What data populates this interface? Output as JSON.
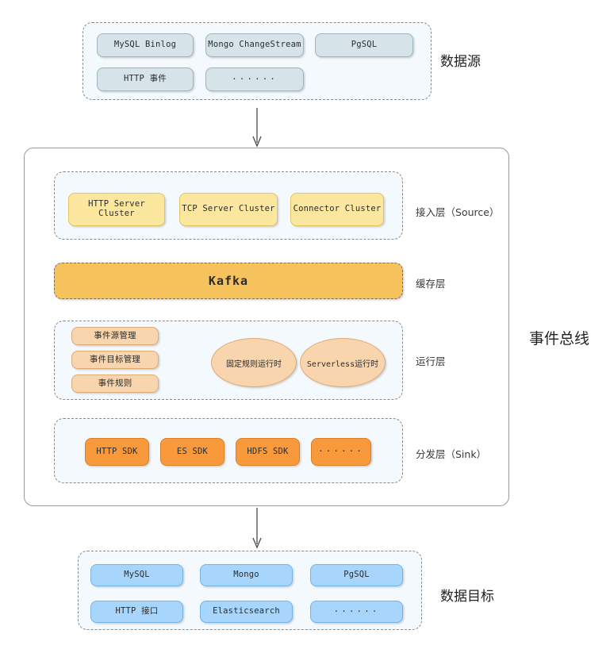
{
  "diagram": {
    "title_groups": {
      "source_group": "数据源",
      "bus_group": "事件总线",
      "target_group": "数据目标"
    },
    "layer_labels": {
      "ingest": "接入层（Source）",
      "cache": "缓存层",
      "runtime": "运行层",
      "sink": "分发层（Sink）"
    }
  },
  "data_sources": {
    "row1": [
      {
        "label": "MySQL Binlog"
      },
      {
        "label": "Mongo ChangeStream"
      },
      {
        "label": "PgSQL"
      }
    ],
    "row2": [
      {
        "label": "HTTP 事件"
      },
      {
        "label": "······"
      }
    ]
  },
  "ingest_layer": {
    "items": [
      {
        "label": "HTTP Server Cluster"
      },
      {
        "label": "TCP Server Cluster"
      },
      {
        "label": "Connector Cluster"
      }
    ]
  },
  "cache_layer": {
    "label": "Kafka"
  },
  "runtime_layer": {
    "management": [
      {
        "label": "事件源管理"
      },
      {
        "label": "事件目标管理"
      },
      {
        "label": "事件规则"
      }
    ],
    "runtimes": [
      {
        "label": "固定规则运行时"
      },
      {
        "label": "Serverless运行时"
      }
    ]
  },
  "sink_layer": {
    "items": [
      {
        "label": "HTTP SDK"
      },
      {
        "label": "ES SDK"
      },
      {
        "label": "HDFS SDK"
      },
      {
        "label": "······"
      }
    ]
  },
  "data_targets": {
    "row1": [
      {
        "label": "MySQL"
      },
      {
        "label": "Mongo"
      },
      {
        "label": "PgSQL"
      }
    ],
    "row2": [
      {
        "label": "HTTP 接口"
      },
      {
        "label": "Elasticsearch"
      },
      {
        "label": "······"
      }
    ]
  },
  "colors": {
    "source_chip": "#d6e4e9",
    "ingest_chip": "#fce79f",
    "kafka_bar": "#f5c25b",
    "runtime_chip": "#f9d5ae",
    "sink_chip": "#f89a3c",
    "target_chip": "#a8d5fb",
    "panel_fill": "#f4f9fd",
    "panel_border": "#8a8a8a"
  }
}
